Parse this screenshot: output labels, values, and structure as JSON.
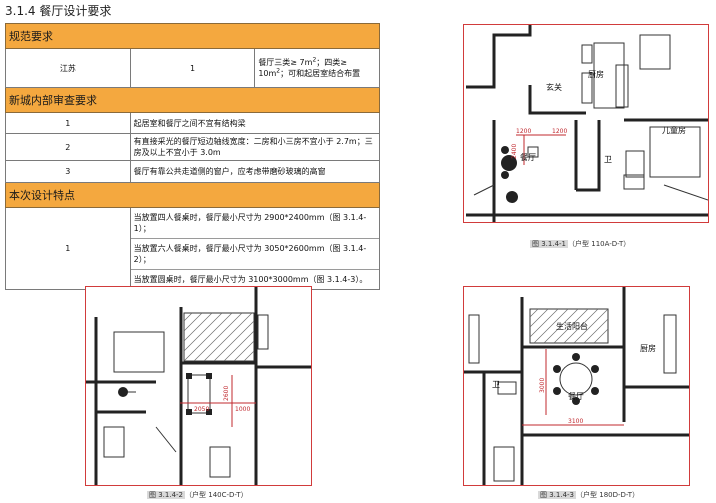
{
  "heading": "3.1.4 餐厅设计要求",
  "sections": {
    "standard": {
      "title": "规范要求",
      "province": "江苏",
      "index": "1",
      "text_a": "餐厅三类≥ 7m",
      "text_b": "；四类≥ 10m",
      "text_c": "；可和起居室结合布置",
      "sup": "2"
    },
    "review": {
      "title": "新城内部审查要求",
      "rows": [
        {
          "index": "1",
          "text": "起居室和餐厅之间不宜有结构梁"
        },
        {
          "index": "2",
          "text": "有直接采光的餐厅短边轴线宽度：二房和小三房不宜小于 2.7m；三房及以上不宜小于 3.0m"
        },
        {
          "index": "3",
          "text": "餐厅有靠公共走道侧的窗户，应考虑带磨砂玻璃的高窗"
        }
      ]
    },
    "features": {
      "title": "本次设计特点",
      "index": "1",
      "lines": [
        "当放置四人餐桌时，餐厅最小尺寸为 2900*2400mm（图 3.1.4-1）；",
        "当放置六人餐桌时，餐厅最小尺寸为 3050*2600mm（图 3.1.4-2）；",
        "当放置圆桌时，餐厅最小尺寸为 3100*3000mm（图 3.1.4-3）。"
      ]
    }
  },
  "figures": [
    {
      "prefix": "图 3.1.4-1",
      "caption": "（户型 110A-D-T）",
      "rooms": [
        "厨房",
        "玄关",
        "餐厅",
        "卫",
        "儿童房"
      ],
      "dims": [
        "1200",
        "1200",
        "2400"
      ]
    },
    {
      "prefix": "图 3.1.4-2",
      "caption": "（户型 140C-D-T）",
      "dims": [
        "2050",
        "1000",
        "2600"
      ]
    },
    {
      "prefix": "图 3.1.4-3",
      "caption": "（户型 180D-D-T）",
      "rooms": [
        "生活阳台",
        "厨房",
        "餐厅",
        "卫"
      ],
      "dims": [
        "3000",
        "3100"
      ]
    }
  ],
  "colors": {
    "section_header": "#f4a83f",
    "frame_border": "#d13b3b",
    "dimension": "#c0282e"
  }
}
